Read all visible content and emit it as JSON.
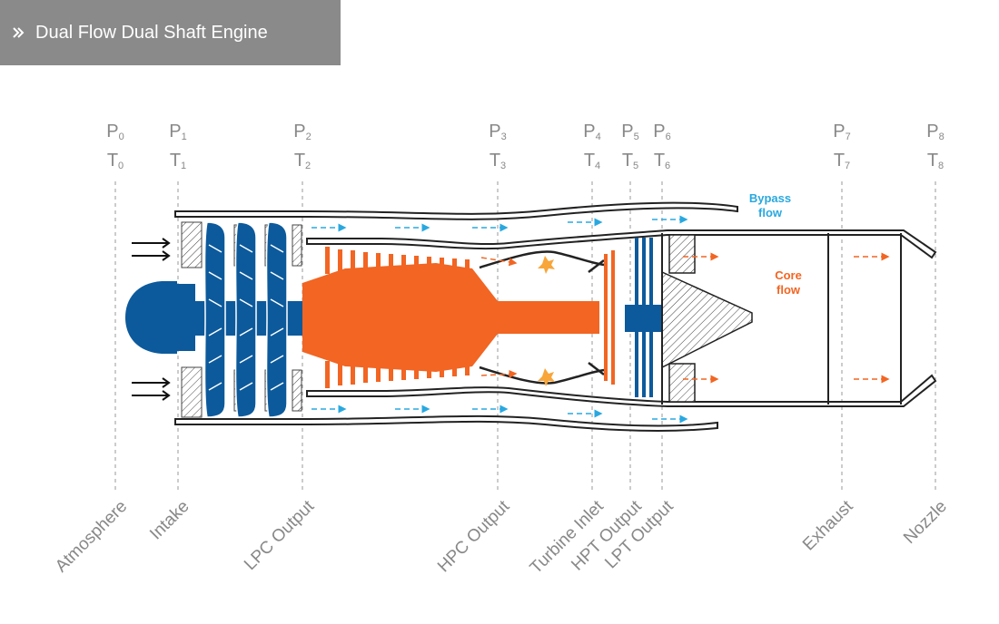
{
  "header": {
    "title": "Dual Flow Dual Shaft Engine",
    "icon": "double-chevron-right-icon"
  },
  "stations": [
    {
      "p": "P",
      "p_sub": "0",
      "t": "T",
      "t_sub": "0",
      "label": "Atmosphere"
    },
    {
      "p": "P",
      "p_sub": "1",
      "t": "T",
      "t_sub": "1",
      "label": "Intake"
    },
    {
      "p": "P",
      "p_sub": "2",
      "t": "T",
      "t_sub": "2",
      "label": "LPC Output"
    },
    {
      "p": "P",
      "p_sub": "3",
      "t": "T",
      "t_sub": "3",
      "label": "HPC Output"
    },
    {
      "p": "P",
      "p_sub": "4",
      "t": "T",
      "t_sub": "4",
      "label": "Turbine Inlet"
    },
    {
      "p": "P",
      "p_sub": "5",
      "t": "T",
      "t_sub": "5",
      "label": "HPT Output"
    },
    {
      "p": "P",
      "p_sub": "6",
      "t": "T",
      "t_sub": "6",
      "label": "LPT Output"
    },
    {
      "p": "P",
      "p_sub": "7",
      "t": "T",
      "t_sub": "7",
      "label": "Exhaust"
    },
    {
      "p": "P",
      "p_sub": "8",
      "t": "T",
      "t_sub": "8",
      "label": "Nozzle"
    }
  ],
  "flows": {
    "bypass": {
      "line1": "Bypass",
      "line2": "flow",
      "color": "#29a8e0"
    },
    "core": {
      "line1": "Core",
      "line2": "flow",
      "color": "#f26522"
    }
  },
  "colors": {
    "header_bg": "#8a8a8a",
    "low_pressure": "#0c5a9c",
    "high_pressure": "#f26522",
    "bypass": "#29a8e0",
    "outline": "#222222",
    "guide": "#9a9a9a"
  }
}
